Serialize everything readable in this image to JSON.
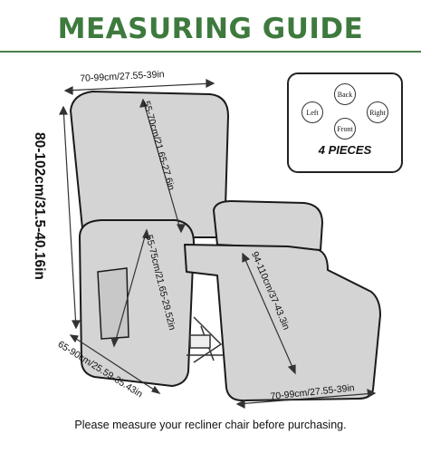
{
  "title": "MEASURING GUIDE",
  "dimensions": {
    "top_width": "70-99cm/27.55-39in",
    "left_height": "80-102cm/31.5-40.16in",
    "back_height": "55-70cm/21.65-27.6in",
    "arm_depth": "55-75cm/21.65-29.52in",
    "footrest_length": "94-110cm/37-43.3in",
    "base_depth": "65-90cm/25.59-35.43in",
    "base_width": "70-99cm/27.55-39in"
  },
  "pieces": {
    "labels": {
      "back": "Back",
      "left": "Left",
      "right": "Right",
      "front": "Front"
    },
    "count_label": "4 PIECES"
  },
  "footer": "Please measure your recliner chair before purchasing.",
  "colors": {
    "title_green": "#3e7a3e",
    "chair_fill": "#d4d4d4",
    "outline": "#1a1a1a"
  }
}
